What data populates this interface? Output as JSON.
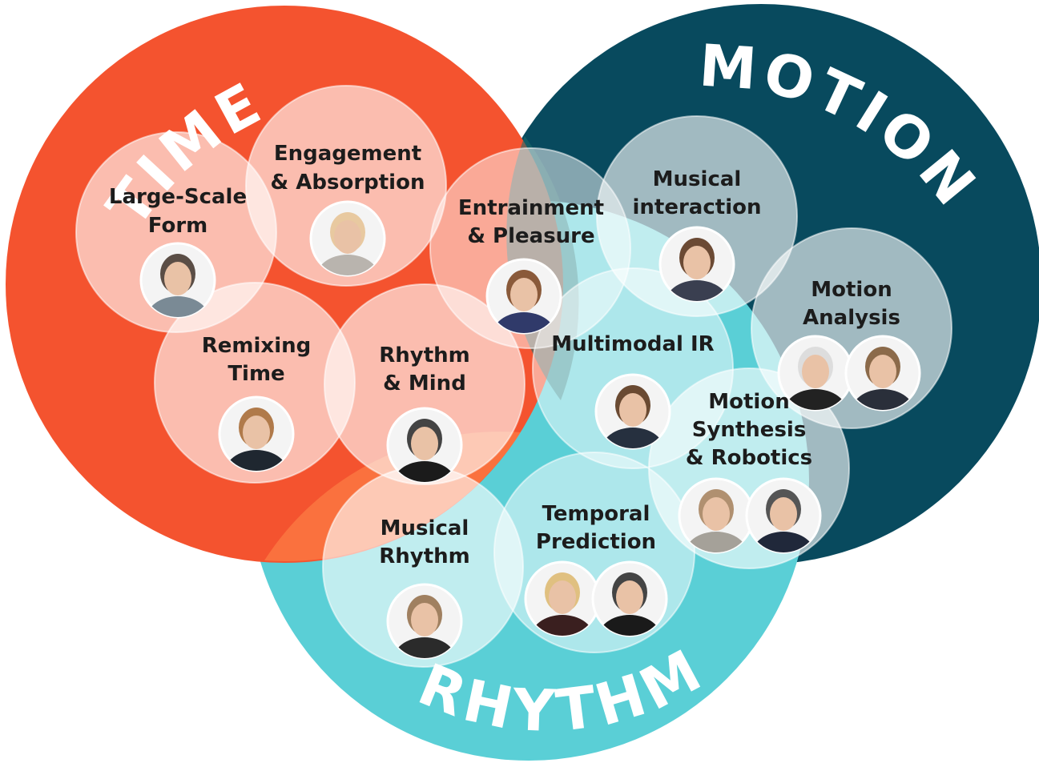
{
  "domains": {
    "time": {
      "label": "TIME",
      "color": "#f4532f"
    },
    "motion": {
      "label": "MOTION",
      "color": "#084a5e"
    },
    "rhythm": {
      "label": "RHYTHM",
      "color": "#5acfd6"
    }
  },
  "topics": {
    "large_scale_form": {
      "line1": "Large-Scale",
      "line2": "Form"
    },
    "engagement_absorption": {
      "line1": "Engagement",
      "line2": "& Absorption"
    },
    "entrainment_pleasure": {
      "line1": "Entrainment",
      "line2": "& Pleasure"
    },
    "musical_interaction": {
      "line1": "Musical",
      "line2": "interaction"
    },
    "motion_analysis": {
      "line1": "Motion",
      "line2": "Analysis"
    },
    "remixing_time": {
      "line1": "Remixing",
      "line2": "Time"
    },
    "rhythm_mind": {
      "line1": "Rhythm",
      "line2": "& Mind"
    },
    "multimodal_ir": {
      "line1": "Multimodal IR"
    },
    "motion_synthesis": {
      "line1": "Motion",
      "line2": "Synthesis",
      "line3": "& Robotics"
    },
    "musical_rhythm": {
      "line1": "Musical",
      "line2": "Rhythm"
    },
    "temporal_prediction": {
      "line1": "Temporal",
      "line2": "Prediction"
    }
  }
}
